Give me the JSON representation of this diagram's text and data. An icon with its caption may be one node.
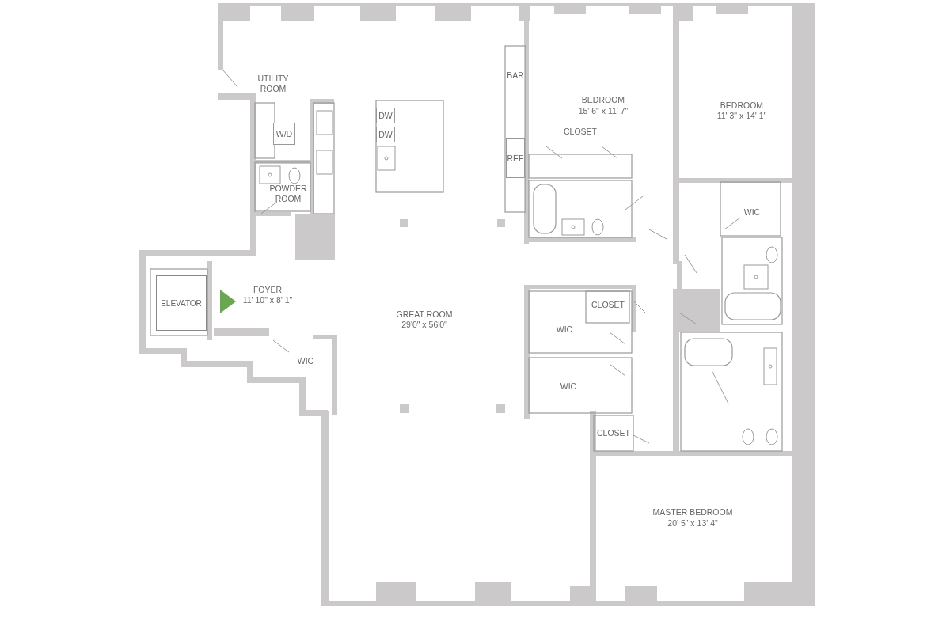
{
  "diagram": {
    "nodes": [
      {
        "text": [
          "DW"
        ]
      },
      {
        "text": [
          "DW"
        ]
      },
      {
        "text": [
          "W/D"
        ]
      },
      {
        "text": [
          "REF"
        ]
      },
      {
        "text": [
          "ELEVATOR"
        ]
      }
    ],
    "labels": [
      "UTILITY ROOM",
      "BAR",
      "BEDROOM",
      "15' 6\" x 11' 7\"",
      "BEDROOM",
      "11' 3\" x 14' 1\"",
      "CLOSET",
      "WIC",
      "POWDER ROOM",
      "FOYER",
      "11' 10\" x 8' 1\"",
      "CLOSET",
      "GREAT ROOM",
      "29'0\" x 56'0\"",
      "WIC",
      "WIC",
      "WIC",
      "CLOSET",
      "MASTER BEDROOM",
      "20' 5\" x 13' 4\""
    ]
  }
}
